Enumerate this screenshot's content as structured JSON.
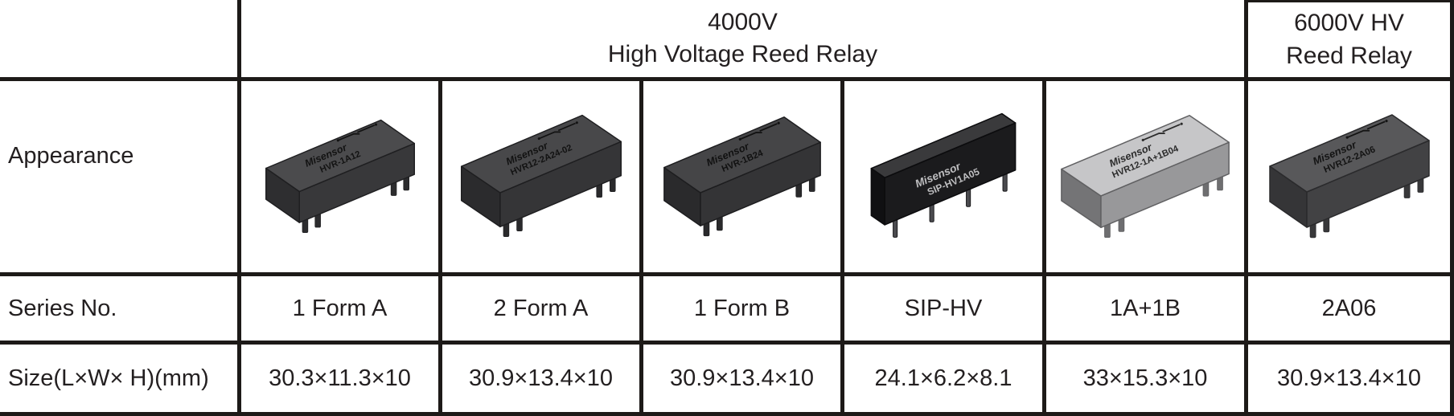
{
  "colors": {
    "border": "#1d1a18",
    "text": "#231f20",
    "background": "#ffffff"
  },
  "header": {
    "group_4000v": {
      "line1": "4000V",
      "line2": "High Voltage Reed Relay"
    },
    "group_6000v": {
      "line1": "6000V HV",
      "line2": "Reed Relay"
    }
  },
  "row_labels": {
    "appearance": "Appearance",
    "series_no": "Series No.",
    "size": "Size(L×W× H)(mm)"
  },
  "products": [
    {
      "id": "1-form-a",
      "series": "1 Form A",
      "size": "30.3×11.3×10",
      "relay": {
        "brand": "Misensor",
        "model": "HVR-1A12",
        "type": "dip",
        "len": 148,
        "wid": 54,
        "hgt": 40,
        "disp": 200,
        "colors": {
          "top": "#4b4b4d",
          "front": "#38383a",
          "side": "#2e2e30",
          "pin": "#2c2c2e",
          "label": "#131313",
          "edge": "#1f1f21"
        }
      }
    },
    {
      "id": "2-form-a",
      "series": "2 Form A",
      "size": "30.9×13.4×10",
      "relay": {
        "brand": "Misensor",
        "model": "HVR12-2A24-02",
        "type": "dip",
        "len": 156,
        "wid": 62,
        "hgt": 44,
        "disp": 214,
        "colors": {
          "top": "#48484a",
          "front": "#353537",
          "side": "#2b2b2d",
          "pin": "#2a2a2c",
          "label": "#121212",
          "edge": "#1e1e20"
        }
      }
    },
    {
      "id": "1-form-b",
      "series": "1 Form B",
      "size": "30.9×13.4×10",
      "relay": {
        "brand": "Misensor",
        "model": "HVR-1B24",
        "type": "dip",
        "len": 152,
        "wid": 58,
        "hgt": 42,
        "disp": 210,
        "colors": {
          "top": "#454547",
          "front": "#343436",
          "side": "#2a2a2c",
          "pin": "#2a2a2c",
          "label": "#111111",
          "edge": "#1d1d1f"
        }
      }
    },
    {
      "id": "sip-hv",
      "series": "SIP-HV",
      "size": "24.1×6.2×8.1",
      "relay": {
        "brand": "Misensor",
        "model": "SIP-HV1A05",
        "type": "sip",
        "len": 155,
        "wid": 20,
        "hgt": 56,
        "disp": 196,
        "colors": {
          "top": "#3a3a3c",
          "front": "#1b1b1d",
          "side": "#101012",
          "pin": "#4a4a4e",
          "label": "#bfbfc1",
          "edge": "#0c0c0e"
        }
      }
    },
    {
      "id": "1a-1b",
      "series": "1A+1B",
      "size": "33×15.3×10",
      "relay": {
        "brand": "Misensor",
        "model": "HVR12-1A+1B04",
        "type": "dip",
        "len": 162,
        "wid": 62,
        "hgt": 40,
        "disp": 224,
        "colors": {
          "top": "#c6c6c8",
          "front": "#98989a",
          "side": "#747476",
          "pin": "#6e6e70",
          "label": "#2b2b2b",
          "edge": "#606062"
        }
      }
    },
    {
      "id": "2a06",
      "series": "2A06",
      "size": "30.9×13.4×10",
      "relay": {
        "brand": "Misensor",
        "model": "HVR12-2A06",
        "type": "dip",
        "len": 152,
        "wid": 58,
        "hgt": 44,
        "disp": 214,
        "colors": {
          "top": "#58585a",
          "front": "#424244",
          "side": "#353537",
          "pin": "#38383a",
          "label": "#141414",
          "edge": "#2a2a2c"
        }
      }
    }
  ]
}
